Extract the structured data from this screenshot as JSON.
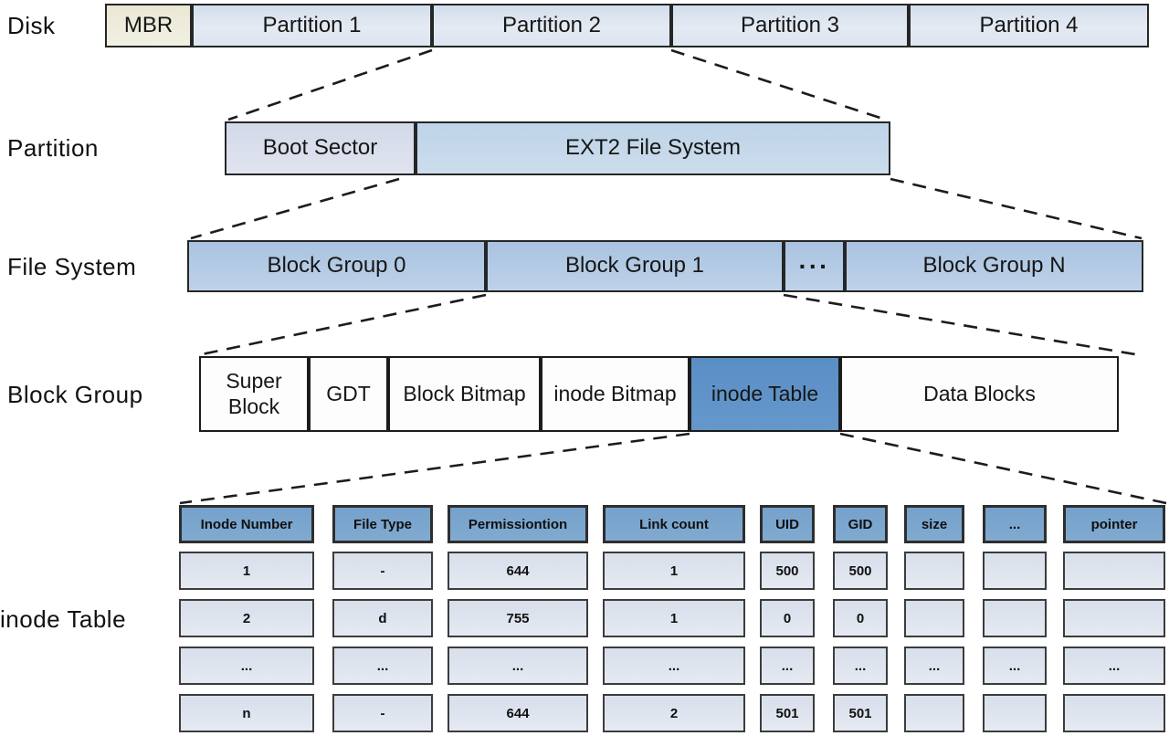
{
  "row_labels": {
    "disk": "Disk",
    "partition": "Partition",
    "file_system": "File System",
    "block_group": "Block Group",
    "inode_table": "inode Table"
  },
  "disk": {
    "segments": [
      "MBR",
      "Partition 1",
      "Partition 2",
      "Partition 3",
      "Partition 4"
    ]
  },
  "partition": {
    "segments": [
      "Boot Sector",
      "EXT2 File System"
    ]
  },
  "file_system": {
    "segments": [
      "Block Group 0",
      "Block Group 1",
      "···",
      "Block Group N"
    ]
  },
  "block_group": {
    "segments": [
      "Super Block",
      "GDT",
      "Block Bitmap",
      "inode Bitmap",
      "inode Table",
      "Data Blocks"
    ],
    "highlighted_segment": "inode Table"
  },
  "inode_table": {
    "headers": [
      "Inode Number",
      "File Type",
      "Permissiontion",
      "Link count",
      "UID",
      "GID",
      "size",
      "...",
      "pointer"
    ],
    "rows": [
      [
        "1",
        "-",
        "644",
        "1",
        "500",
        "500",
        "",
        "",
        ""
      ],
      [
        "2",
        "d",
        "755",
        "1",
        "0",
        "0",
        "",
        "",
        ""
      ],
      [
        "...",
        "...",
        "...",
        "...",
        "...",
        "...",
        "...",
        "...",
        "..."
      ],
      [
        "n",
        "-",
        "644",
        "2",
        "501",
        "501",
        "",
        "",
        ""
      ]
    ]
  },
  "colors": {
    "partition_fill": "#dce5f1",
    "mbr_fill": "#eeebd9",
    "boot_sector_fill": "#d9dfec",
    "ext2_fill": "#c4d8ea",
    "block_group_fill": "#b3cce6",
    "block_group_box_fill": "#fdfdfd",
    "inode_table_highlight_fill": "#5e92c7",
    "table_header_fill": "#7aa6ce",
    "table_cell_fill": "#dfe4ef",
    "line_color": "#1c1c1c",
    "text_color": "#111111"
  }
}
